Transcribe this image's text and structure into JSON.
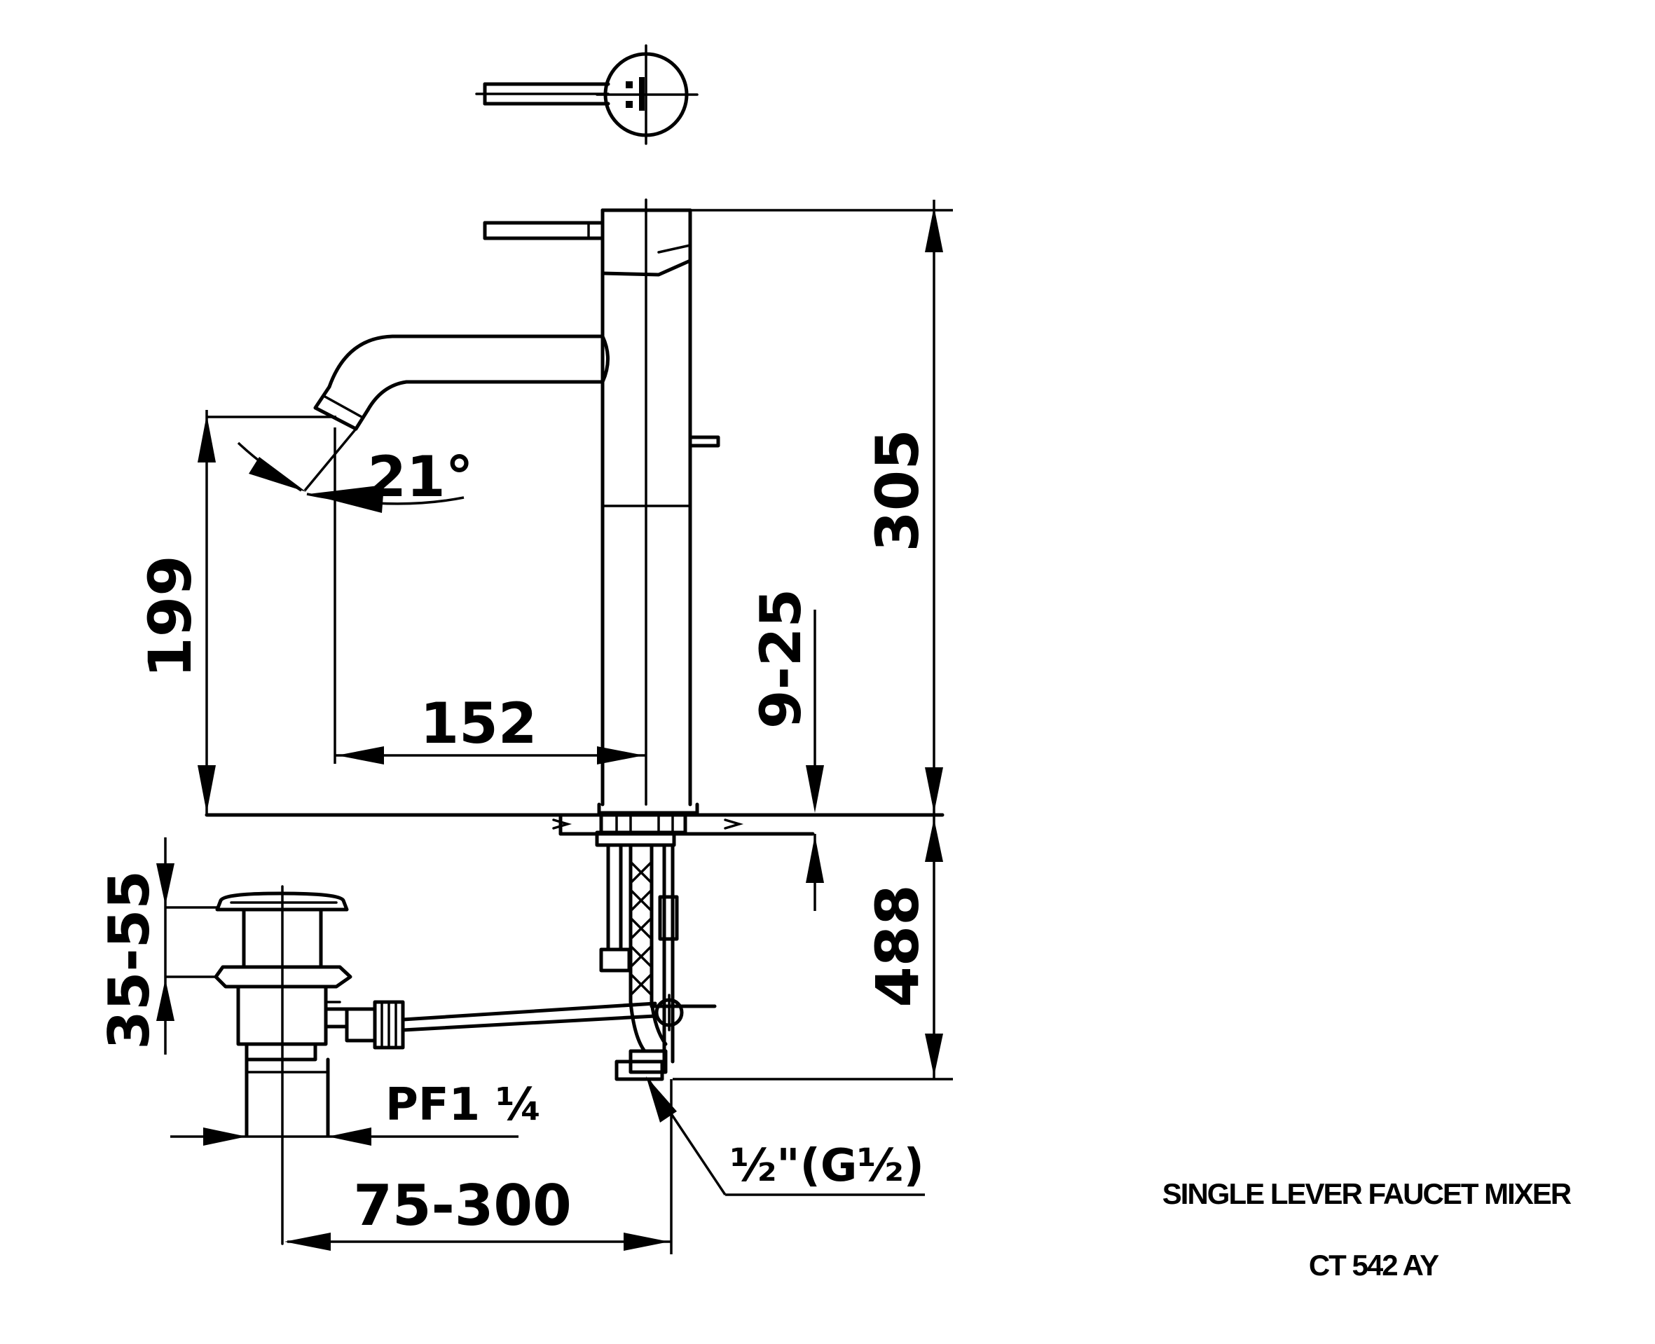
{
  "dimensions": {
    "total_height": "305",
    "spout_height": "199",
    "spout_reach": "152",
    "spout_angle": "21°",
    "deck_thickness": "9-25",
    "hose_length": "488",
    "drain_height": "35-55",
    "drain_thread": "PF1 ¼",
    "drain_distance": "75-300",
    "inlet_thread": "½\"(G½)"
  },
  "title_block": {
    "product_name": "SINGLE LEVER FAUCET MIXER",
    "model": "CT 542 AY"
  }
}
